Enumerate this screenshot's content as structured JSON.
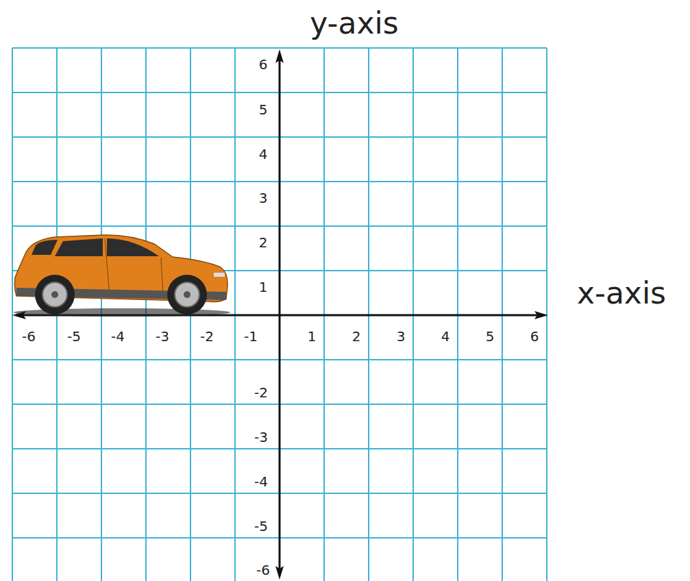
{
  "diagram": {
    "labels": [
      "y-axis",
      "x-axis",
      "-6",
      "-5",
      "-4",
      "-3",
      "-2",
      "-1",
      "1",
      "2",
      "3",
      "4",
      "5",
      "6",
      "6",
      "5",
      "4",
      "3",
      "2",
      "1",
      "-2",
      "-3",
      "-4",
      "-5",
      "-6"
    ]
  }
}
